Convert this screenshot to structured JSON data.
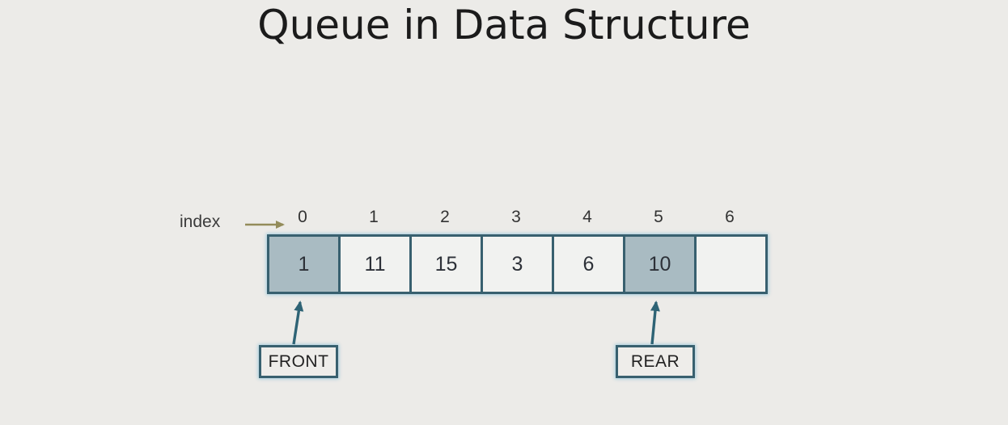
{
  "title": "Queue in Data Structure",
  "diagram": {
    "index_label": "index",
    "indices": [
      "0",
      "1",
      "2",
      "3",
      "4",
      "5",
      "6"
    ],
    "cells": [
      {
        "index": 0,
        "value": "1",
        "highlight": true
      },
      {
        "index": 1,
        "value": "11",
        "highlight": false
      },
      {
        "index": 2,
        "value": "15",
        "highlight": false
      },
      {
        "index": 3,
        "value": "3",
        "highlight": false
      },
      {
        "index": 4,
        "value": "6",
        "highlight": false
      },
      {
        "index": 5,
        "value": "10",
        "highlight": true
      },
      {
        "index": 6,
        "value": "",
        "highlight": false
      }
    ],
    "front_label": "FRONT",
    "rear_label": "REAR",
    "front_points_to_index": 0,
    "rear_points_to_index": 5,
    "colors": {
      "background": "#ecebe8",
      "cell_border": "#38606f",
      "cell_fill_highlight": "#a9bbc2",
      "cell_fill_normal": "#f1f2f0",
      "pointer_arrow": "#2e6375",
      "index_arrow": "#938c5a",
      "title_text": "#1b1b1b",
      "cell_text": "#2d3138"
    }
  }
}
